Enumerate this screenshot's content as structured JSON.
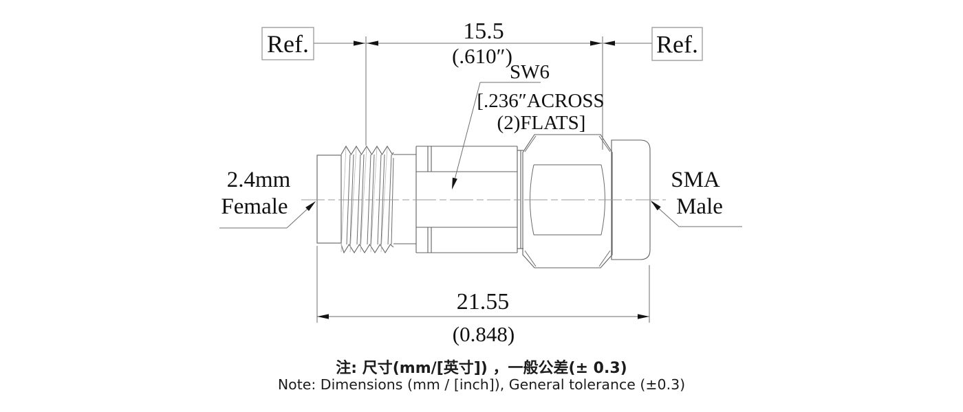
{
  "drawing_type": "dimensional engineering drawing of RF coaxial adapter",
  "labels": {
    "ref_left": "Ref.",
    "ref_right": "Ref.",
    "top_dim": {
      "mm": "15.5",
      "inch": "(.610″)"
    },
    "wrench": {
      "size": "SW6",
      "line1": "[.236″ACROSS",
      "line2": "(2)FLATS]"
    },
    "left_port": {
      "line1": "2.4mm",
      "line2": "Female"
    },
    "right_port": {
      "line1": "SMA",
      "line2": "Male"
    },
    "bottom_dim": {
      "mm": "21.55",
      "inch": "(0.848)"
    },
    "notes": {
      "cn": "注: 尺寸(mm/[英寸]) ，一般公差(± 0.3)",
      "en": "Note: Dimensions (mm / [inch]), General tolerance (±0.3)"
    }
  },
  "colors": {
    "background": "#ffffff",
    "outline": "#5f5f5f",
    "dimension_lines": "#6e6e6e",
    "centerline": "#9a9a9a",
    "text": "#111111",
    "arrows": "#141414"
  }
}
